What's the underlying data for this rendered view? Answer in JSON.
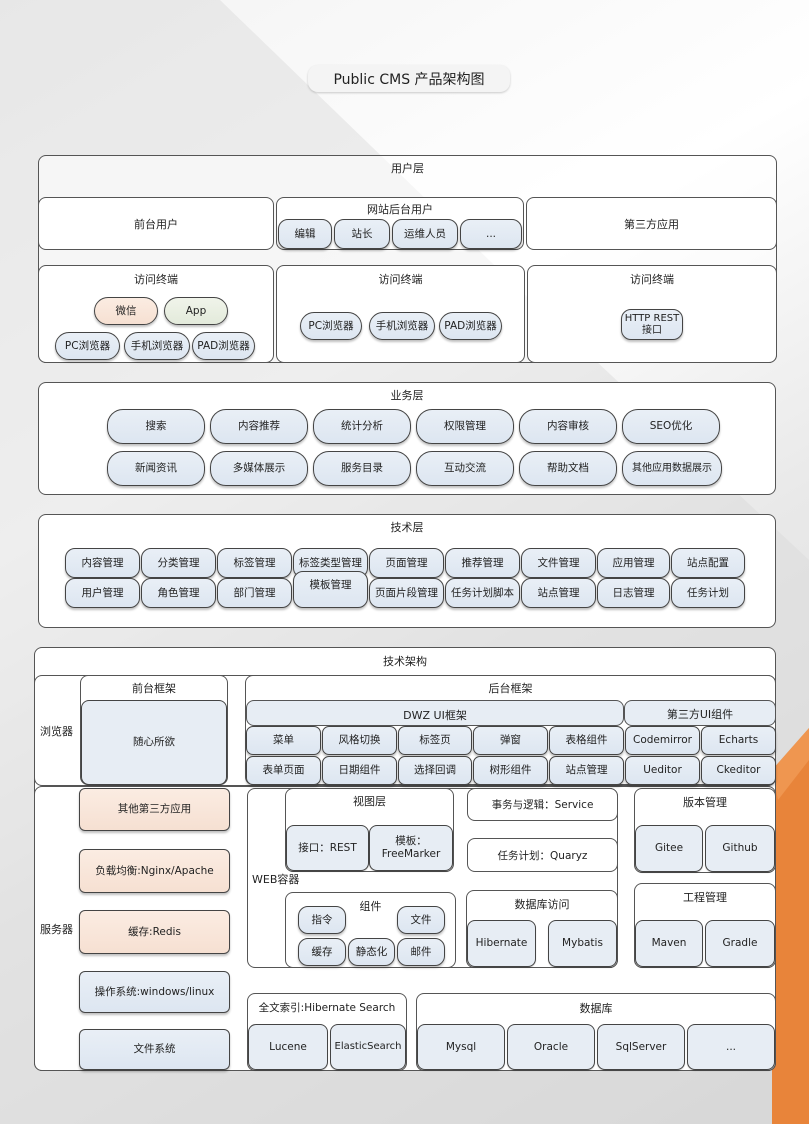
{
  "title": "Public CMS 产品架构图",
  "user_layer": {
    "title": "用户层",
    "front_users": "前台用户",
    "admin_users": {
      "title": "网站后台用户",
      "items": [
        "编辑",
        "站长",
        "运维人员",
        "..."
      ]
    },
    "third_party": "第三方应用",
    "terminals": [
      {
        "title": "访问终端",
        "items": [
          "微信",
          "App",
          "PC浏览器",
          "手机浏览器",
          "PAD浏览器"
        ]
      },
      {
        "title": "访问终端",
        "items": [
          "PC浏览器",
          "手机浏览器",
          "PAD浏览器"
        ]
      },
      {
        "title": "访问终端",
        "items": [
          "HTTP REST\n接口"
        ]
      }
    ]
  },
  "business_layer": {
    "title": "业务层",
    "items": [
      "搜索",
      "内容推荐",
      "统计分析",
      "权限管理",
      "内容审核",
      "SEO优化",
      "新闻资讯",
      "多媒体展示",
      "服务目录",
      "互动交流",
      "帮助文档",
      "其他应用数据展示"
    ]
  },
  "tech_layer": {
    "title": "技术层",
    "row1": [
      "内容管理",
      "分类管理",
      "标签管理",
      "标签类型管理",
      "页面管理",
      "推荐管理",
      "文件管理",
      "应用管理",
      "站点配置"
    ],
    "row2": [
      "用户管理",
      "角色管理",
      "部门管理",
      "模板管理",
      "页面片段管理",
      "任务计划脚本",
      "站点管理",
      "日志管理",
      "任务计划"
    ]
  },
  "architecture": {
    "title": "技术架构",
    "browser_label": "浏览器",
    "server_label": "服务器",
    "front_framework": {
      "title": "前台框架",
      "content": "随心所欲"
    },
    "back_framework": {
      "title": "后台框架",
      "dwz": {
        "title": "DWZ UI框架",
        "items": [
          "菜单",
          "风格切换",
          "标签页",
          "弹窗",
          "表格组件",
          "表单页面",
          "日期组件",
          "选择回调",
          "树形组件",
          "站点管理"
        ]
      },
      "third_ui": {
        "title": "第三方UI组件",
        "items": [
          "Codemirror",
          "Echarts",
          "Ueditor",
          "Ckeditor"
        ]
      }
    },
    "server_stack": [
      "其他第三方应用",
      "负载均衡:Nginx/Apache",
      "缓存:Redis",
      "操作系统:windows/linux",
      "文件系统"
    ],
    "web_container": {
      "label": "WEB容器",
      "view": {
        "title": "视图层",
        "items": [
          "接口：REST",
          "模板：\nFreeMarker"
        ]
      },
      "components": {
        "title": "组件",
        "items": [
          "指令",
          "文件",
          "缓存",
          "静态化",
          "邮件"
        ]
      },
      "service": "事务与逻辑：Service",
      "quartz": "任务计划：Quaryz",
      "db_access": {
        "title": "数据库访问",
        "items": [
          "Hibernate",
          "Mybatis"
        ]
      }
    },
    "version_mgmt": {
      "title": "版本管理",
      "items": [
        "Gitee",
        "Github"
      ]
    },
    "project_mgmt": {
      "title": "工程管理",
      "items": [
        "Maven",
        "Gradle"
      ]
    },
    "fulltext": {
      "title": "全文索引:Hibernate Search",
      "items": [
        "Lucene",
        "ElasticSearch"
      ]
    },
    "database": {
      "title": "数据库",
      "items": [
        "Mysql",
        "Oracle",
        "SqlServer",
        "..."
      ]
    }
  }
}
